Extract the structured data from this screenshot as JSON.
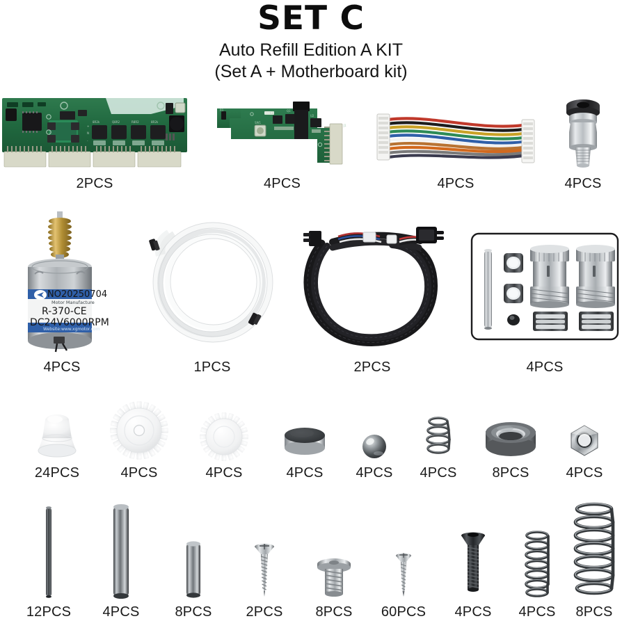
{
  "header": {
    "title": "SET C",
    "subtitle1": "Auto Refill Edition A KIT",
    "subtitle2": "(Set A + Motherboard kit)"
  },
  "colors": {
    "background": "#ffffff",
    "text": "#141414",
    "pcb_green": "#20683f",
    "motor_label_blue": "#2f5fa8",
    "brass": "#b08d33",
    "steel": "#a8adb1"
  },
  "motor_label": {
    "serial": "NO20250704",
    "manufacturer": "Motor Manufacture",
    "model": "R-370-CE",
    "rating": "DC24V6000RPM",
    "website": "Website:www.xgmotor.com"
  },
  "rows": [
    {
      "index": 1,
      "items": [
        {
          "name": "main-pcb",
          "qty": "2PCS"
        },
        {
          "name": "adapter-pcb",
          "qty": "4PCS"
        },
        {
          "name": "ribbon-cable",
          "qty": "4PCS"
        },
        {
          "name": "pneumatic-fitting",
          "qty": "4PCS"
        }
      ]
    },
    {
      "index": 2,
      "items": [
        {
          "name": "dc-motor",
          "qty": "4PCS"
        },
        {
          "name": "ptfe-tube",
          "qty": "1PCS"
        },
        {
          "name": "braided-cable",
          "qty": "2PCS"
        },
        {
          "name": "hardware-box",
          "qty": "4PCS"
        }
      ]
    },
    {
      "index": 3,
      "items": [
        {
          "name": "silicone-plug",
          "qty": "24PCS"
        },
        {
          "name": "gear-large",
          "qty": "4PCS"
        },
        {
          "name": "gear-small",
          "qty": "4PCS"
        },
        {
          "name": "magnet-disc",
          "qty": "4PCS"
        },
        {
          "name": "steel-ball",
          "qty": "4PCS"
        },
        {
          "name": "conical-spring",
          "qty": "4PCS"
        },
        {
          "name": "ball-bearing",
          "qty": "8PCS"
        },
        {
          "name": "hex-nut",
          "qty": "4PCS"
        }
      ]
    },
    {
      "index": 4,
      "items": [
        {
          "name": "pin-thin-long",
          "qty": "12PCS"
        },
        {
          "name": "pin-thick-long",
          "qty": "4PCS"
        },
        {
          "name": "pin-short",
          "qty": "8PCS"
        },
        {
          "name": "screw-countersunk",
          "qty": "2PCS"
        },
        {
          "name": "bolt-button-head",
          "qty": "8PCS"
        },
        {
          "name": "screw-small",
          "qty": "60PCS"
        },
        {
          "name": "screw-black",
          "qty": "4PCS"
        },
        {
          "name": "spring-medium",
          "qty": "4PCS"
        },
        {
          "name": "spring-large",
          "qty": "8PCS"
        }
      ]
    }
  ]
}
